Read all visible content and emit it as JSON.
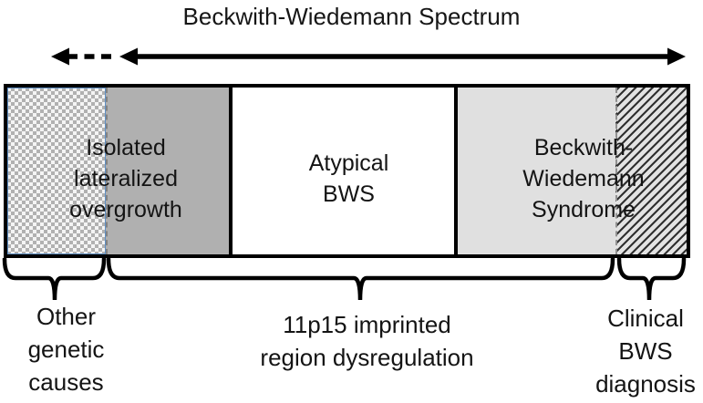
{
  "title": "Beckwith-Wiedemann Spectrum",
  "spectrum_bar": {
    "segments": [
      {
        "id": "other-genetic-causes-region",
        "label": "",
        "fill": "checkerboard"
      },
      {
        "id": "isolated-lateralized-overgrowth",
        "label": "Isolated\nlateralized\novergrowth",
        "fill": "#b0b0b0"
      },
      {
        "id": "atypical-bws",
        "label": "Atypical\nBWS",
        "fill": "#ffffff"
      },
      {
        "id": "beckwith-wiedemann-syndrome",
        "label": "Beckwith-\nWiedemann\nSyndrome",
        "fill": "#e0e0e0"
      },
      {
        "id": "clinical-bws-diagnosis-region",
        "label": "",
        "fill": "diagonal-hatch"
      }
    ]
  },
  "brace_labels": {
    "left": "Other\ngenetic\ncauses",
    "middle": "11p15 imprinted\nregion dysregulation",
    "right": "Clinical\nBWS\ndiagnosis"
  },
  "colors": {
    "stroke": "#000000",
    "text": "#141414",
    "medium_gray": "#b0b0b0",
    "light_gray": "#e0e0e0",
    "checker_gray": "#b1b1b1",
    "checker_border_blue": "#5e8fc4",
    "dashed_separator": "#828282"
  }
}
